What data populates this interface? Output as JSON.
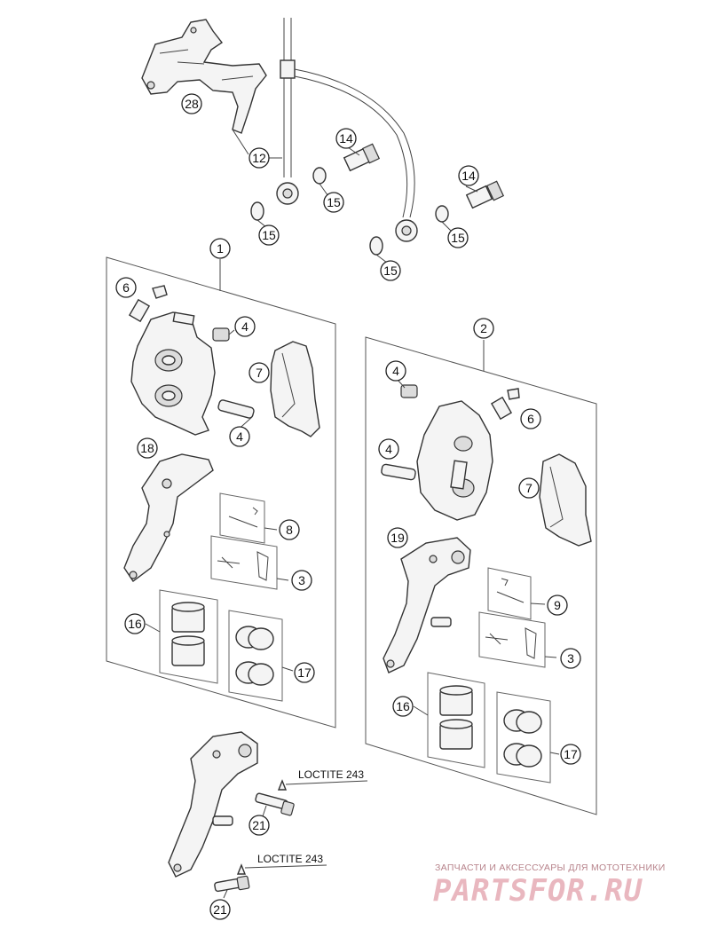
{
  "callouts": {
    "c28": "28",
    "c12": "12",
    "c14a": "14",
    "c14b": "14",
    "c15a": "15",
    "c15b": "15",
    "c15c": "15",
    "c15d": "15",
    "c1": "1",
    "c2": "2",
    "c6a": "6",
    "c4a": "4",
    "c4b": "4",
    "c7a": "7",
    "c18": "18",
    "c8": "8",
    "c3a": "3",
    "c16a": "16",
    "c17a": "17",
    "c4c": "4",
    "c4d": "4",
    "c6b": "6",
    "c7b": "7",
    "c19": "19",
    "c9": "9",
    "c3b": "3",
    "c16b": "16",
    "c17b": "17",
    "c21a": "21",
    "c21b": "21"
  },
  "notes": {
    "loctite_a": "LOCTITE 243",
    "loctite_b": "LOCTITE 243"
  },
  "watermark": {
    "tagline": "ЗАПЧАСТИ И АКСЕССУАРЫ ДЛЯ МОТОТЕХНИКИ",
    "logo": "PARTSFOR.RU"
  },
  "colors": {
    "line": "#333333",
    "watermark": "#e9b7bf"
  }
}
